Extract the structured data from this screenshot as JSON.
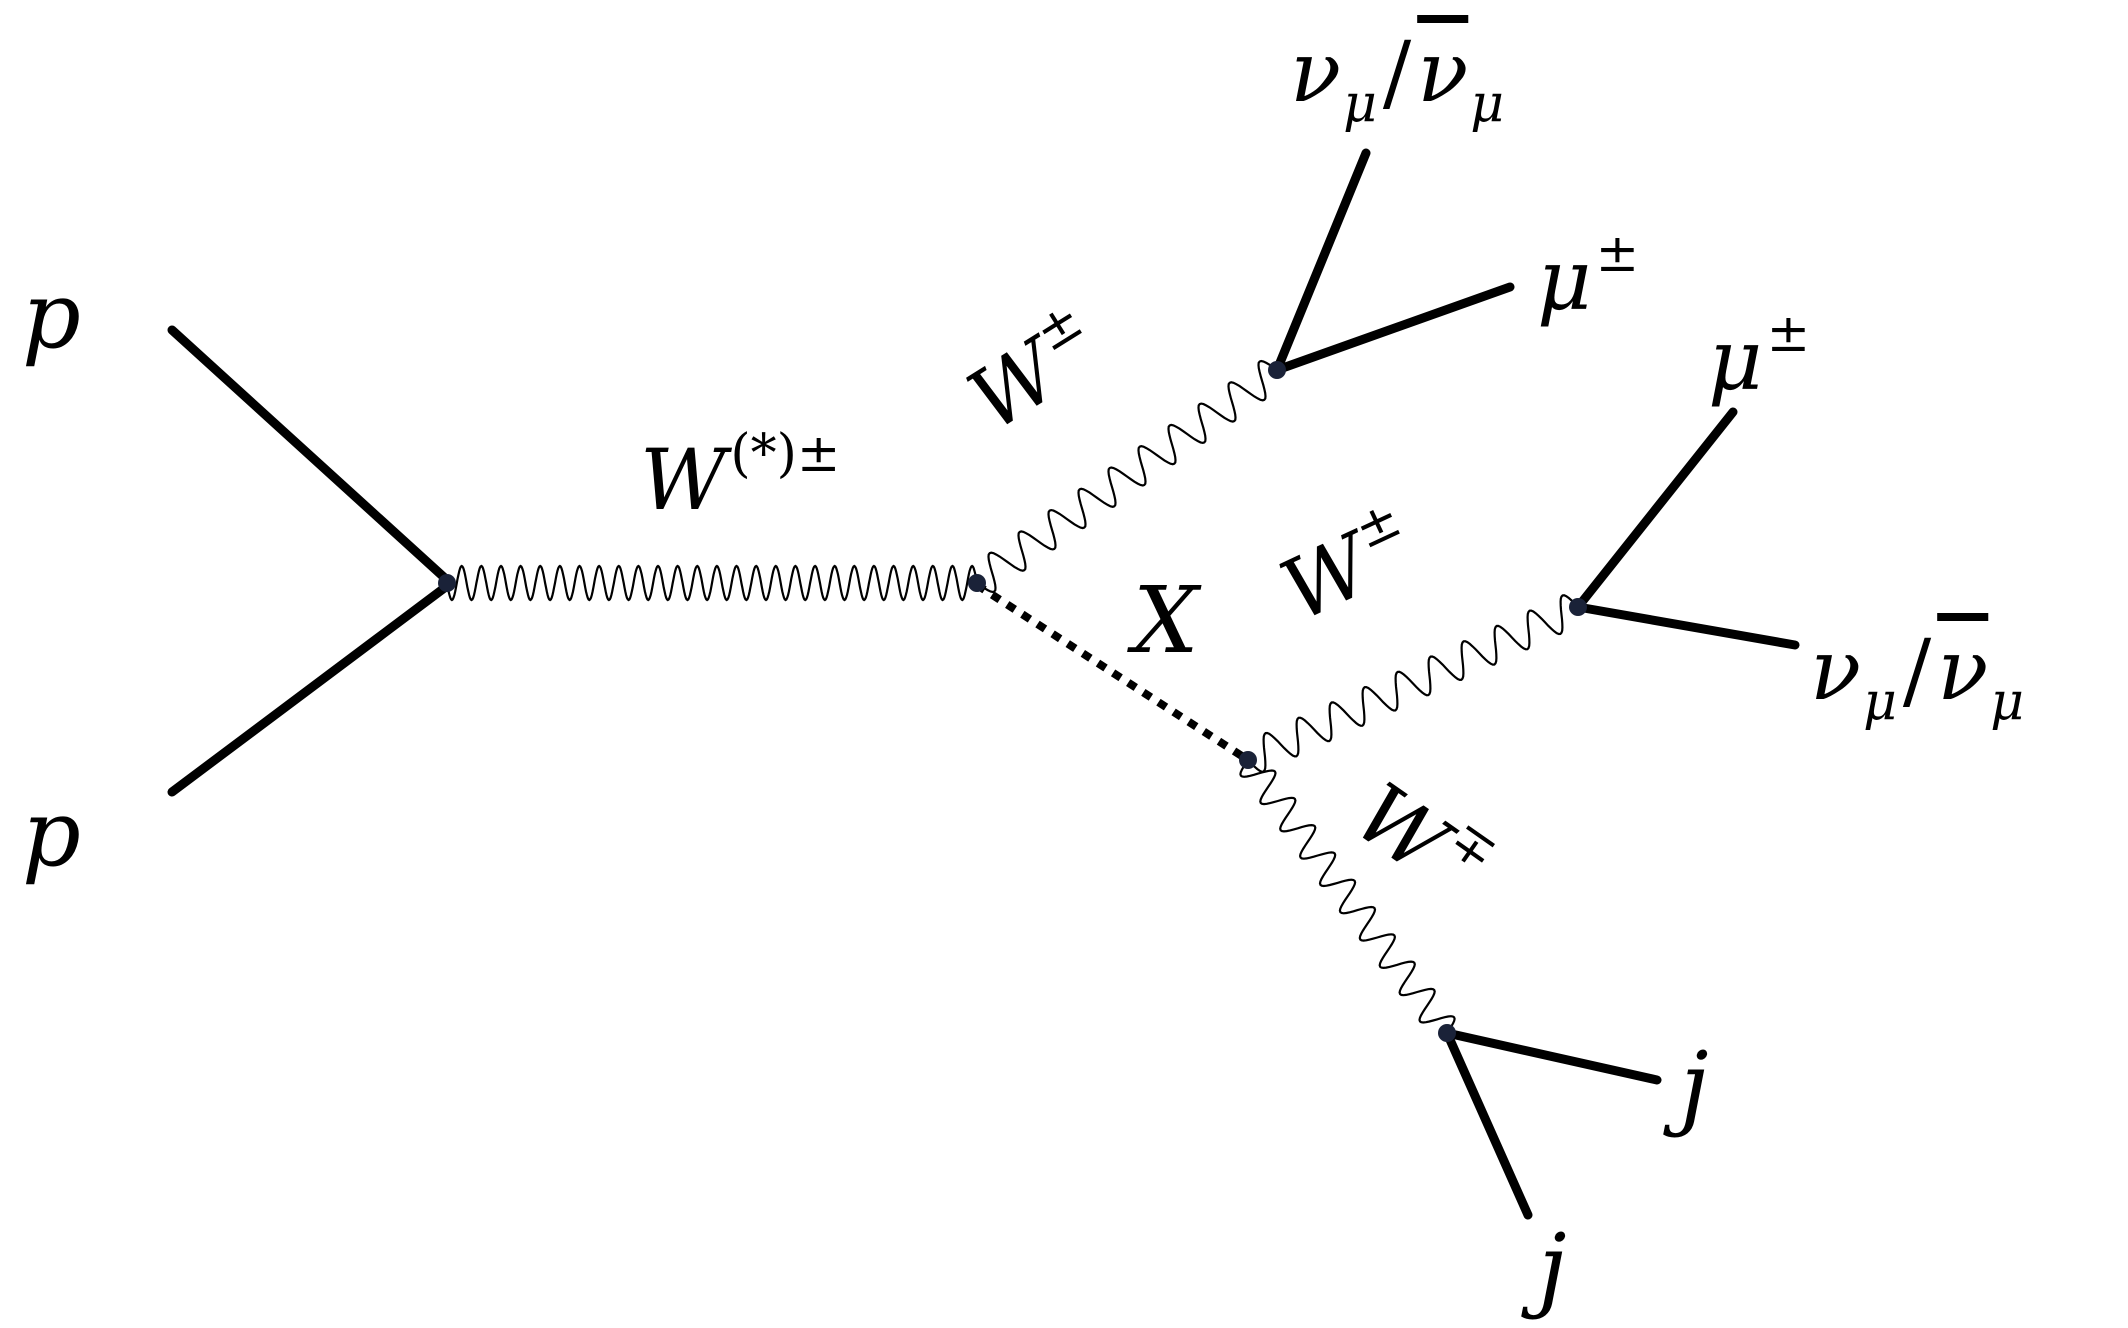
{
  "labels": {
    "p_top": "p",
    "p_bottom": "p",
    "w_star": {
      "base": "W",
      "sup": "(*)±"
    },
    "w_upper": {
      "base": "W",
      "sup": "±"
    },
    "w_middle": {
      "base": "W",
      "sup": "±"
    },
    "w_lower": {
      "base": "W",
      "sup": "∓"
    },
    "x": "X",
    "nu_upper": {
      "nu": "ν",
      "sub": "μ",
      "slash": "/",
      "nubar": "ν",
      "sub2": "μ"
    },
    "nu_right": {
      "nu": "ν",
      "sub": "μ",
      "slash": "/",
      "nubar": "ν",
      "sub2": "μ"
    },
    "mu_upper": {
      "base": "μ",
      "sup": "±"
    },
    "mu_right": {
      "base": "μ",
      "sup": "±"
    },
    "jet_1": "j",
    "jet_2": "j"
  },
  "colors": {
    "line": "#000000",
    "vertex": "#1a2238",
    "background": "#ffffff"
  }
}
